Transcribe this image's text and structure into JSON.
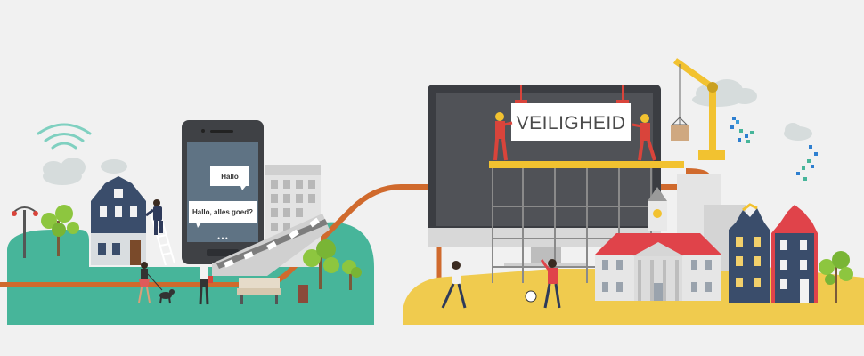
{
  "illustration": {
    "sign_text": "VEILIGHEID",
    "chat_bubble_1": "Hallo",
    "chat_bubble_2": "Hallo, alles goed?",
    "typing_indicator": "• • •",
    "colors": {
      "background": "#f1f1f1",
      "green_hill": "#47b59a",
      "yellow_ground": "#f0cb4e",
      "orange_pipe": "#d06a2d",
      "monitor_dark": "#3b3d42",
      "phone_body": "#3f4145",
      "phone_screen": "#5f7384",
      "worker_red": "#d9443b",
      "tree_green": "#8dc63f",
      "crane_yellow": "#f2c230",
      "house_navy": "#3a4d6b",
      "roof_red": "#e0434a"
    }
  }
}
